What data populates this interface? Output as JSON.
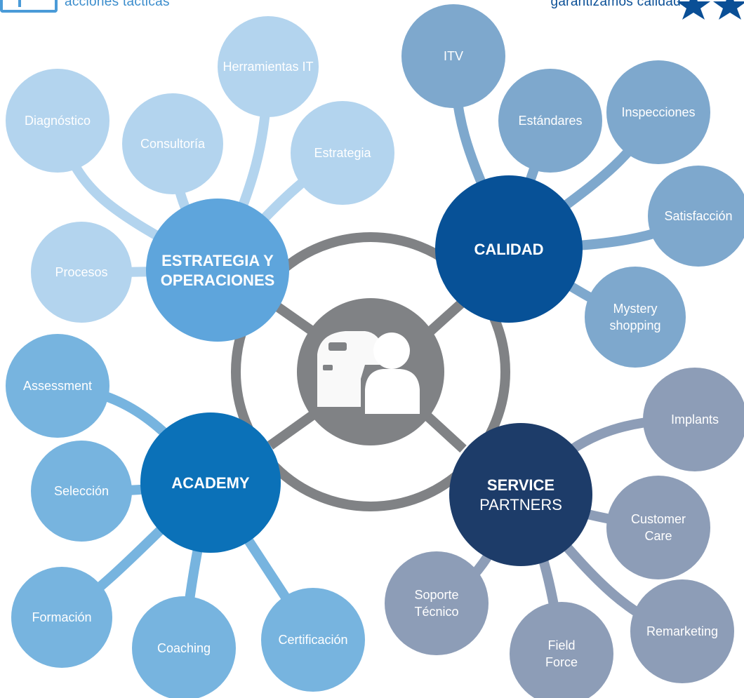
{
  "header": {
    "left_tagline": "acciones tácticas",
    "right_tagline": "garantizamos calidad"
  },
  "colors": {
    "ring": "#808285",
    "center": "#808285",
    "estrategia_hub": "#5ea5dc",
    "estrategia_leaf": "#b3d4ee",
    "calidad_hub": "#075197",
    "calidad_leaf": "#7ea8cd",
    "academy_hub": "#0b71b8",
    "academy_leaf": "#77b4df",
    "service_hub": "#1d3c69",
    "service_leaf": "#8d9db7",
    "star": "#0a4f96"
  },
  "center": {
    "icon": "car-and-person-icon"
  },
  "hubs": {
    "estrategia": {
      "line1": "ESTRATEGIA Y",
      "line2": "OPERACIONES"
    },
    "calidad": {
      "line1": "CALIDAD"
    },
    "academy": {
      "line1": "ACADEMY"
    },
    "service": {
      "line1": "SERVICE",
      "line2": "PARTNERS"
    }
  },
  "leaves": {
    "estrategia": [
      "Diagnóstico",
      "Consultoría",
      "Herramientas IT",
      "Estrategia",
      "Procesos"
    ],
    "calidad": [
      "ITV",
      "Estándares",
      "Inspecciones",
      "Satisfacción",
      "Mystery shopping"
    ],
    "academy": [
      "Assessment",
      "Selección",
      "Formación",
      "Coaching",
      "Certificación"
    ],
    "service": [
      "Implants",
      "Customer Care",
      "Remarketing",
      "Field Force",
      "Soporte Técnico"
    ]
  }
}
